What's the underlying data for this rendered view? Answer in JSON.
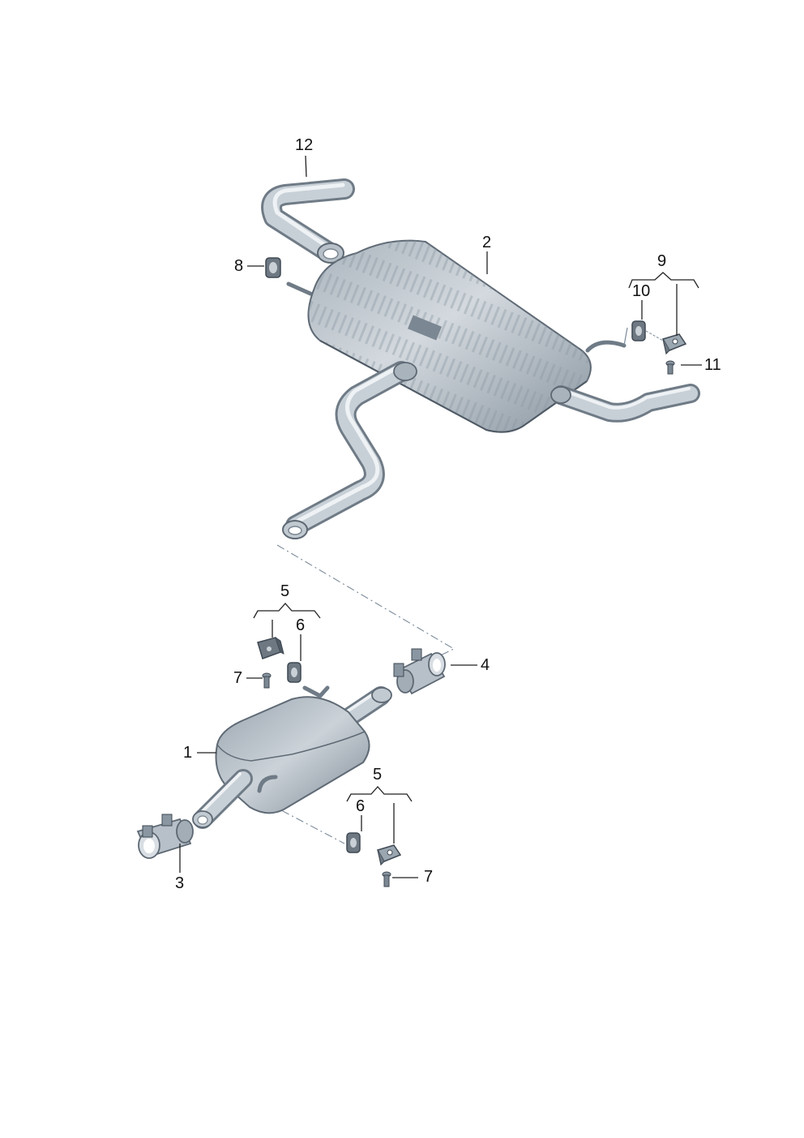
{
  "callouts": {
    "n1": "1",
    "n2": "2",
    "n3": "3",
    "n4": "4",
    "n5a": "5",
    "n5b": "5",
    "n6a": "6",
    "n6b": "6",
    "n7a": "7",
    "n7b": "7",
    "n8": "8",
    "n9": "9",
    "n10": "10",
    "n11": "11",
    "n12": "12"
  },
  "colors": {
    "metal_dark": "#6f7b86",
    "metal_mid": "#9aa6b0",
    "metal_light": "#c8d0d7",
    "rubber": "#5c6670",
    "text": "#111111"
  }
}
